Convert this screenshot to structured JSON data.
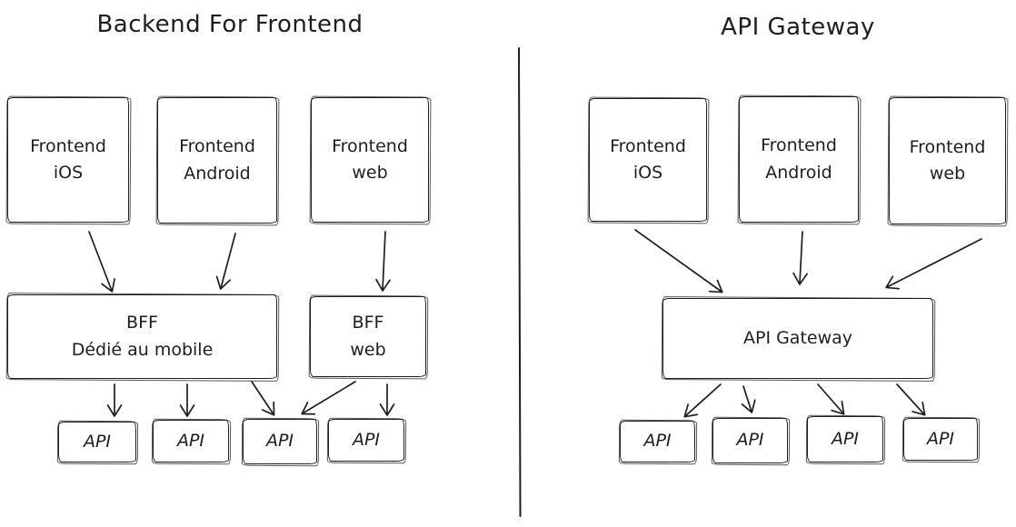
{
  "colors": {
    "stroke": "#1e1e1e",
    "background": "#ffffff"
  },
  "left": {
    "title": "Backend For Frontend",
    "frontends": [
      {
        "line1": "Frontend",
        "line2": "iOS"
      },
      {
        "line1": "Frontend",
        "line2": "Android"
      },
      {
        "line1": "Frontend",
        "line2": "web"
      }
    ],
    "bff_mobile": {
      "line1": "BFF",
      "line2": "Dédié au mobile"
    },
    "bff_web": {
      "line1": "BFF",
      "line2": "web"
    },
    "api_labels": [
      "API",
      "API",
      "API",
      "API"
    ]
  },
  "right": {
    "title": "API Gateway",
    "frontends": [
      {
        "line1": "Frontend",
        "line2": "iOS"
      },
      {
        "line1": "Frontend",
        "line2": "Android"
      },
      {
        "line1": "Frontend",
        "line2": "web"
      }
    ],
    "gateway_label": "API Gateway",
    "api_labels": [
      "API",
      "API",
      "API",
      "API"
    ]
  }
}
